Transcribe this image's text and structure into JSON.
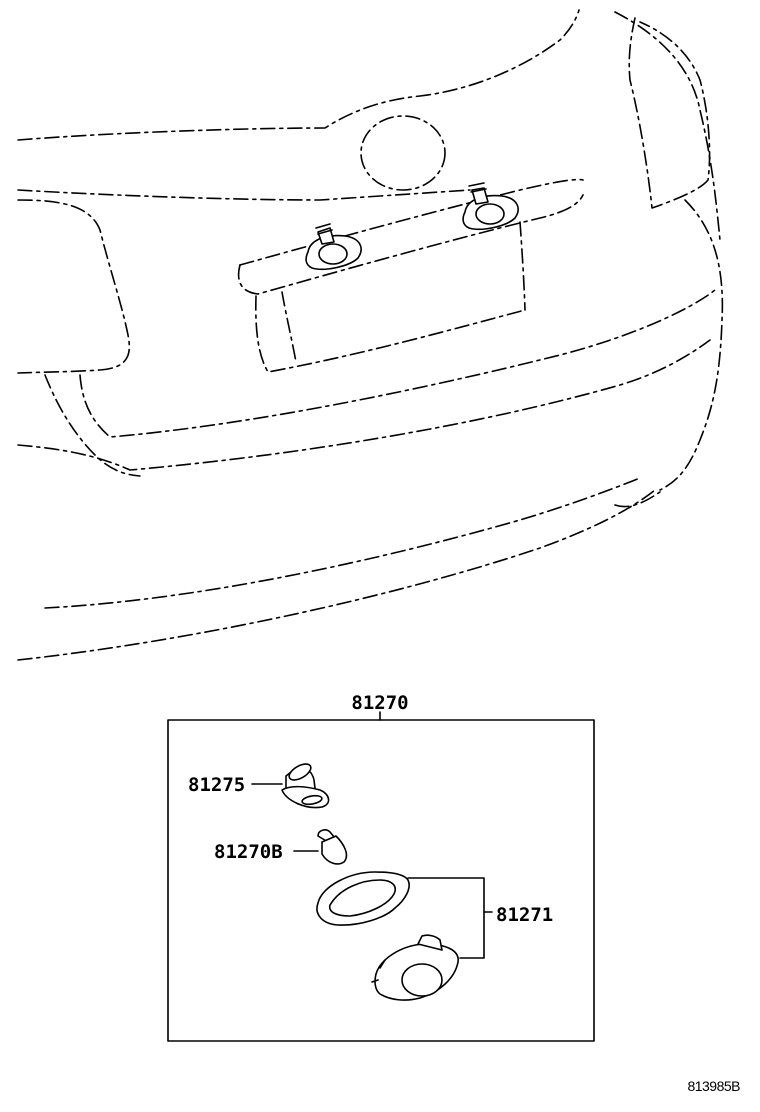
{
  "diagram": {
    "assembly": {
      "part_number": "81270"
    },
    "parts": [
      {
        "id": "socket",
        "part_number": "81275"
      },
      {
        "id": "bulb",
        "part_number": "81270B"
      },
      {
        "id": "lens-housing",
        "part_number": "81271"
      }
    ],
    "reference_code": "813985B"
  }
}
